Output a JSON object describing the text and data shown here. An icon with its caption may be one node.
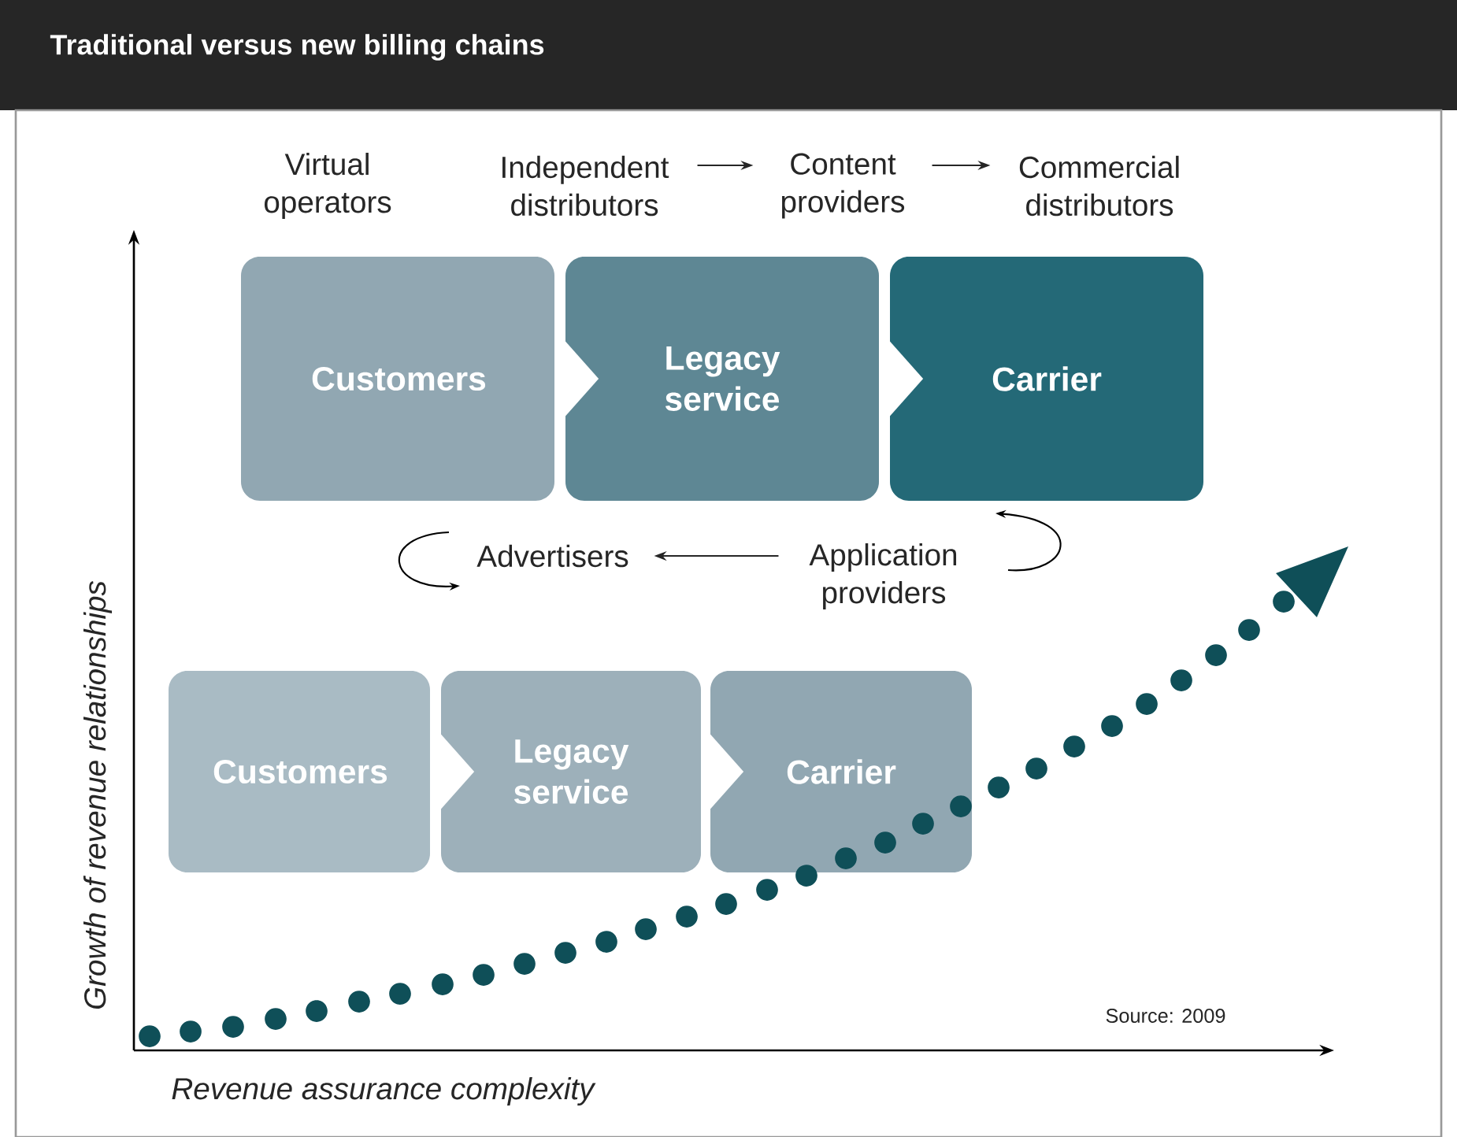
{
  "diagram": {
    "title": "Traditional versus new billing chains",
    "nodes": [
      {
        "text": [
          "Virtual operators"
        ]
      },
      {
        "text": [
          "Independent distributors"
        ]
      },
      {
        "text": [
          "Content providers"
        ]
      },
      {
        "text": [
          "Commercial distributors"
        ]
      },
      {
        "text": [
          "Customers"
        ]
      },
      {
        "text": [
          "Legacy service"
        ]
      },
      {
        "text": [
          "Carrier"
        ]
      },
      {
        "text": [
          "Advertisers"
        ]
      },
      {
        "text": [
          "Application providers"
        ]
      },
      {
        "text": [
          "Customers"
        ]
      },
      {
        "text": [
          "Legacy service"
        ]
      },
      {
        "text": [
          "Carrier"
        ]
      }
    ],
    "edges": [
      {
        "from": 1,
        "to": 2,
        "arrow": "to"
      },
      {
        "from": 2,
        "to": 3,
        "arrow": "to"
      },
      {
        "from": 4,
        "to": 5,
        "arrow": "to"
      },
      {
        "from": 5,
        "to": 6,
        "arrow": "to"
      },
      {
        "from": 8,
        "to": 7,
        "arrow": "to"
      },
      {
        "from": 9,
        "to": 10,
        "arrow": "to"
      },
      {
        "from": 10,
        "to": 11,
        "arrow": "to"
      }
    ],
    "labels": [
      "Growth of revenue relationships",
      "Revenue assurance complexity",
      "Source: 2009"
    ]
  }
}
